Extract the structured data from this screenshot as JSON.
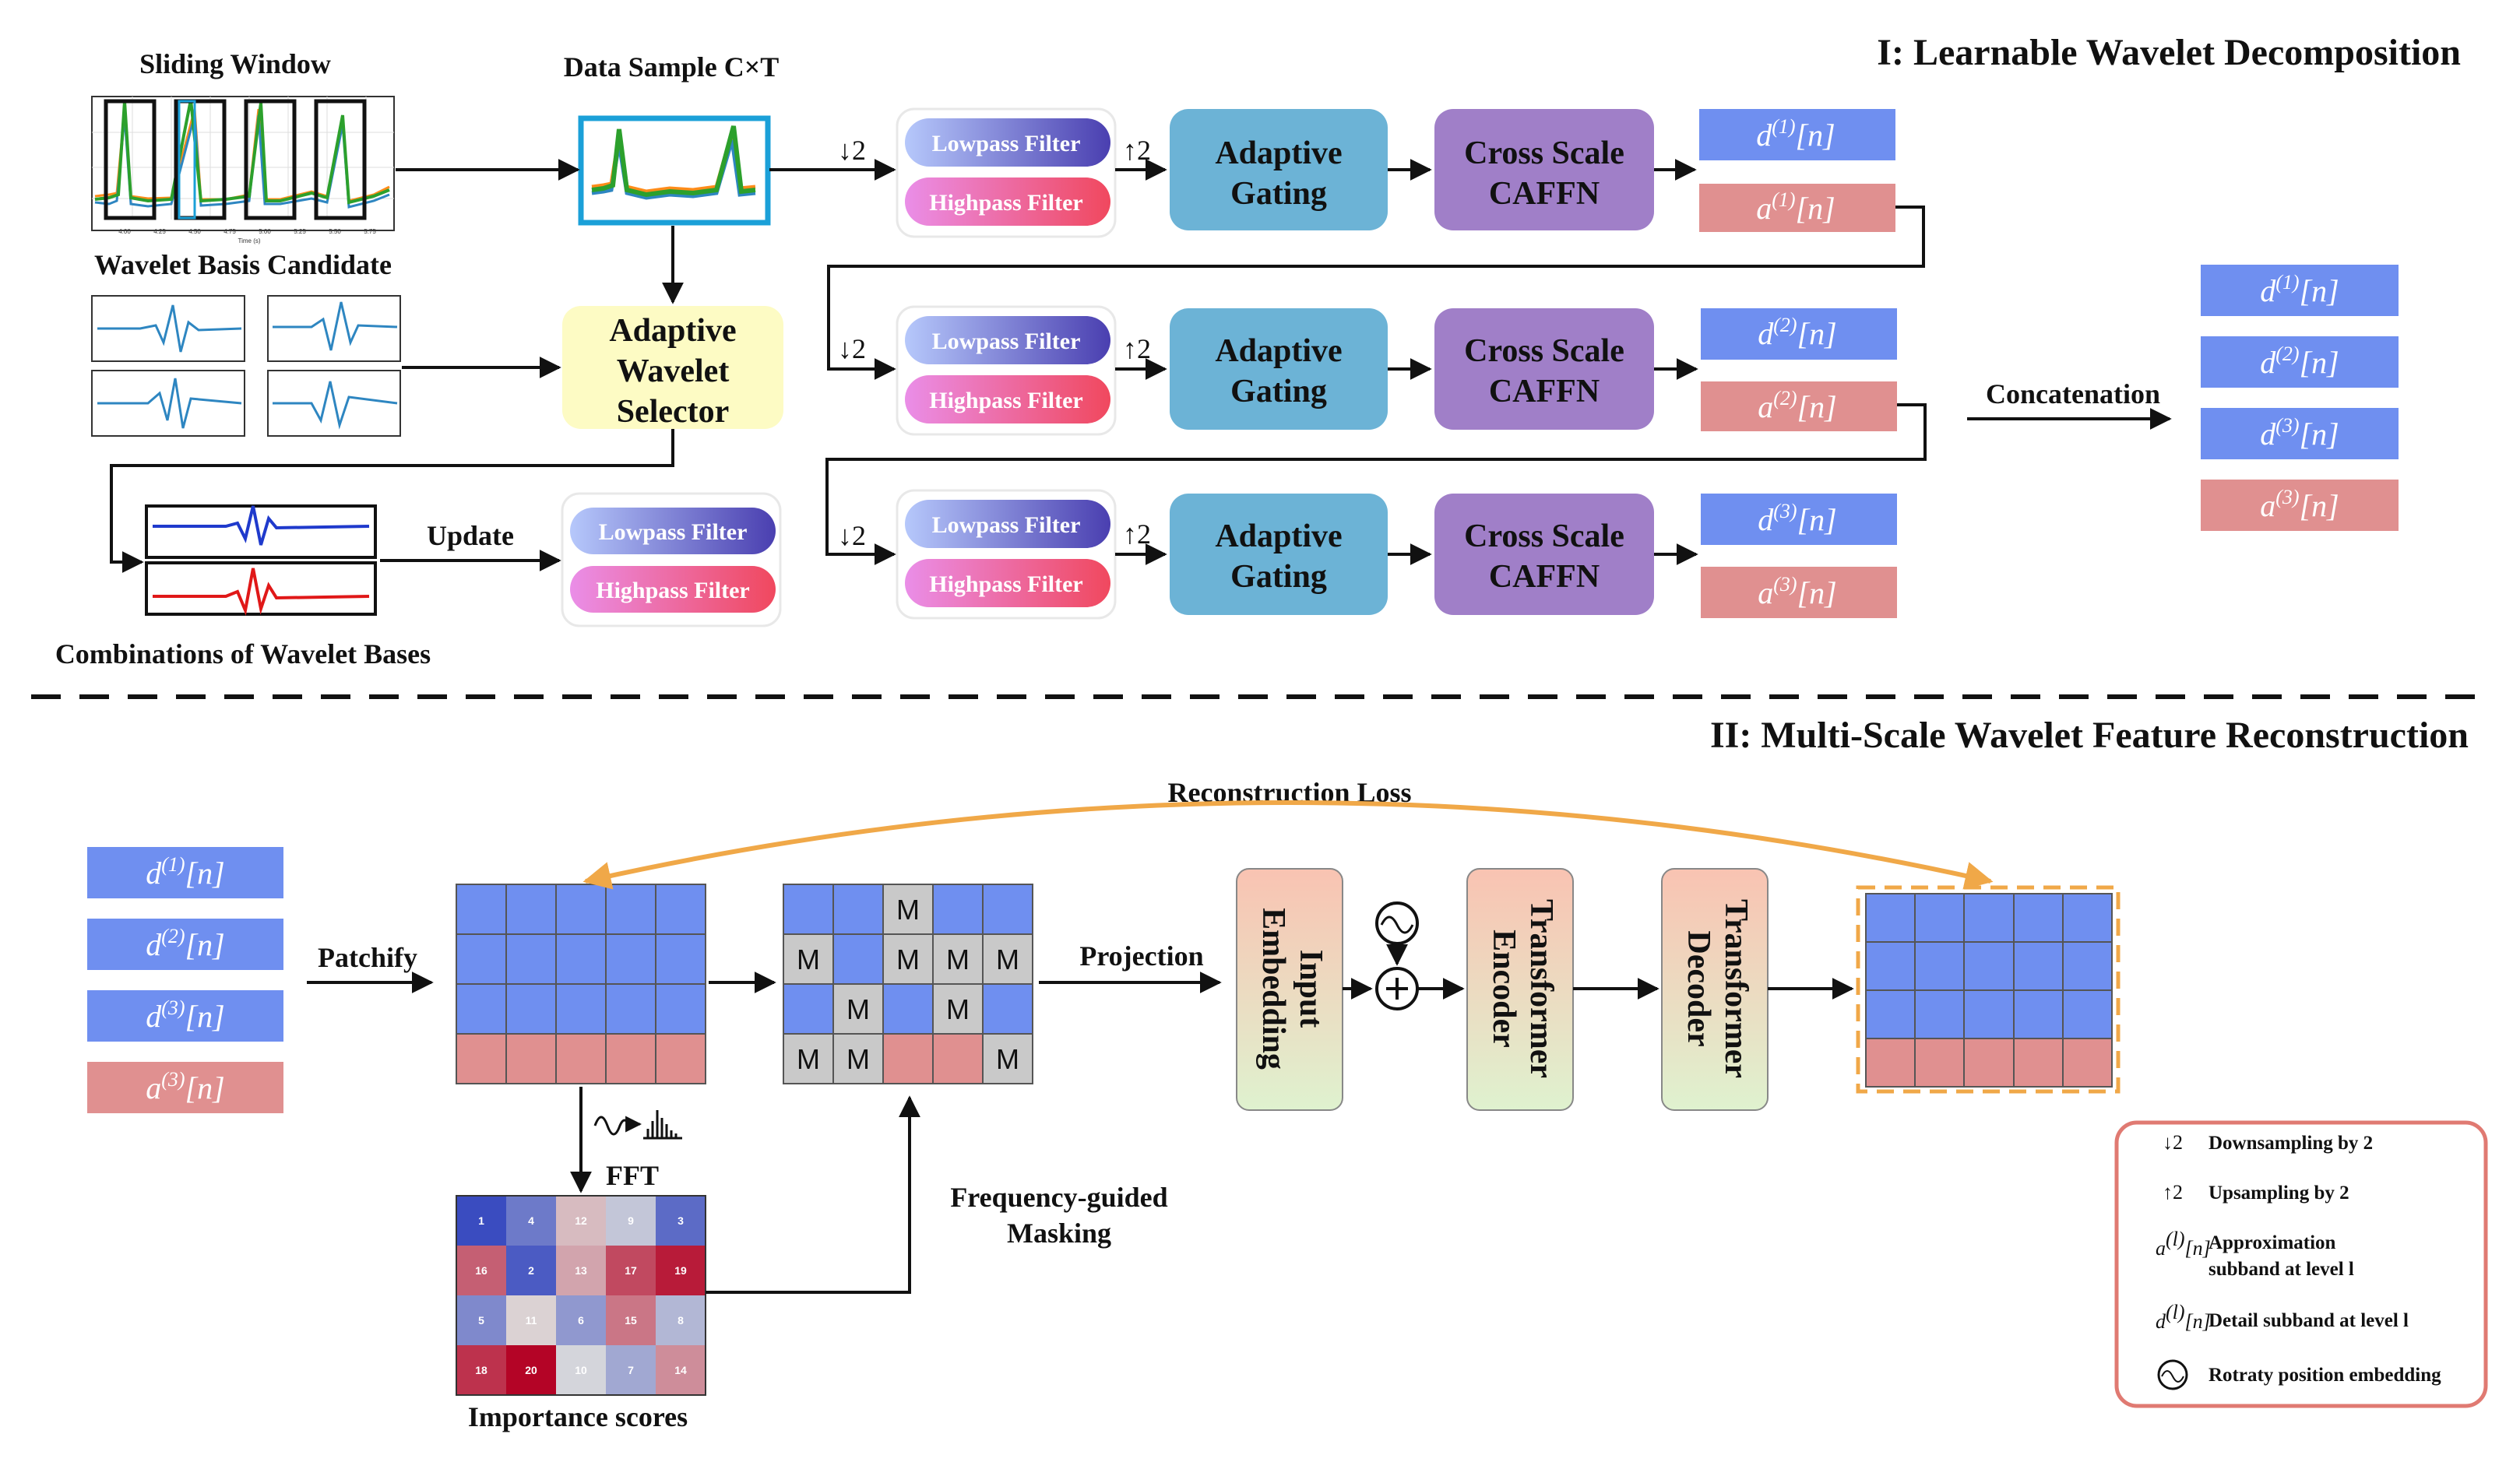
{
  "section1_title": "I: Learnable  Wavelet Decomposition",
  "section2_title": "II:  Multi-Scale Wavelet Feature Reconstruction",
  "labels": {
    "sliding_window": "Sliding Window",
    "data_sample": "Data Sample C×T",
    "wavelet_basis_candidate": "Wavelet Basis Candidate",
    "combinations": "Combinations of Wavelet Bases",
    "update": "Update",
    "concatenation": "Concatenation",
    "patchify": "Patchify",
    "projection": "Projection",
    "fft": "FFT",
    "freq_masking_1": "Frequency-guided",
    "freq_masking_2": "Masking",
    "importance_scores": "Importance scores",
    "reconstruction_loss": "Reconstruction Loss"
  },
  "selector": {
    "line1": "Adaptive",
    "line2": "Wavelet",
    "line3": "Selector"
  },
  "filters": {
    "lowpass": "Lowpass Filter",
    "highpass": "Highpass Filter"
  },
  "arrows": {
    "down": "↓2",
    "up": "↑2"
  },
  "blocks": {
    "gating_1": "Adaptive",
    "gating_2": "Gating",
    "cross_1": "Cross Scale",
    "cross_2": "CAFFN",
    "input_1": "Input",
    "input_2": "Embedding",
    "enc_1": "Transformer",
    "enc_2": "Encoder",
    "dec_1": "Transformer",
    "dec_2": "Decoder"
  },
  "subbands": {
    "d": "d",
    "a": "a",
    "n": "[n]",
    "l1": "(1)",
    "l2": "(2)",
    "l3": "(3)",
    "l": "(l)"
  },
  "mask_token": "M",
  "mask_grid": [
    [
      0,
      0,
      1,
      0,
      0
    ],
    [
      1,
      0,
      1,
      1,
      1
    ],
    [
      0,
      1,
      0,
      1,
      0
    ],
    [
      1,
      1,
      0,
      0,
      1
    ]
  ],
  "importance_grid": [
    [
      1,
      4,
      12,
      9,
      3
    ],
    [
      16,
      2,
      13,
      17,
      19
    ],
    [
      5,
      11,
      6,
      15,
      8
    ],
    [
      18,
      20,
      10,
      7,
      14
    ]
  ],
  "thumb_ticks": [
    "4.00",
    "4.25",
    "4.50",
    "4.75",
    "5.00",
    "5.25",
    "5.50",
    "5.75"
  ],
  "thumb_xlabel": "Time (s)",
  "legend": {
    "down_desc": "Downsampling by 2",
    "up_desc": "Upsampling by 2",
    "approx_desc_1": "Approximation",
    "approx_desc_2": "subband at level l",
    "detail_desc": "Detail subband at level l",
    "rope_desc": "Rotraty position embedding"
  },
  "colors": {
    "detail": "#6f8ff0",
    "approx": "#e09090",
    "gating": "#6cb3d6",
    "cross": "#a07fc8",
    "selector": "#fdfbc4",
    "data_border": "#1ba0d8",
    "loss_arrow": "#f0a848",
    "legend_border": "#e07a72"
  }
}
